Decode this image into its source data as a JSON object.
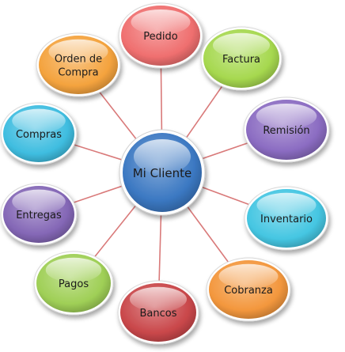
{
  "center": {
    "label": "Mi Cliente",
    "color": "#3b78c2"
  },
  "nodes": [
    {
      "key": "pedido",
      "lines": [
        "Pedido"
      ],
      "color": "#ef6f6f"
    },
    {
      "key": "factura",
      "lines": [
        "Factura"
      ],
      "color": "#a6d84f"
    },
    {
      "key": "remision",
      "lines": [
        "Remisión"
      ],
      "color": "#8b6cc2"
    },
    {
      "key": "inventario",
      "lines": [
        "Inventario"
      ],
      "color": "#45c6e2"
    },
    {
      "key": "cobranza",
      "lines": [
        "Cobranza"
      ],
      "color": "#f3973d"
    },
    {
      "key": "bancos",
      "lines": [
        "Bancos"
      ],
      "color": "#c9474a"
    },
    {
      "key": "pagos",
      "lines": [
        "Pagos"
      ],
      "color": "#9fcf56"
    },
    {
      "key": "entregas",
      "lines": [
        "Entregas"
      ],
      "color": "#8467b6"
    },
    {
      "key": "compras",
      "lines": [
        "Compras"
      ],
      "color": "#3fbde0"
    },
    {
      "key": "orden",
      "lines": [
        "Orden de",
        "Compra"
      ],
      "color": "#f4a33e"
    }
  ],
  "connector_color": "#d97a7a"
}
